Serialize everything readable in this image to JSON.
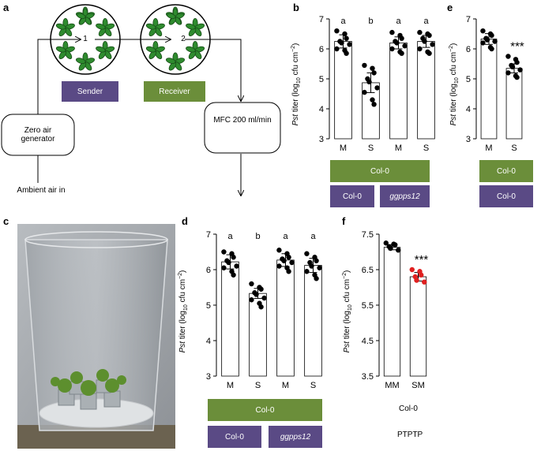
{
  "panels": {
    "a": "a",
    "b": "b",
    "c": "c",
    "d": "d",
    "e": "e",
    "f": "f"
  },
  "diagram": {
    "chamber1": "1",
    "chamber2": "2",
    "sender": "Sender",
    "receiver": "Receiver",
    "zero_air": "Zero air generator",
    "mfc": "MFC 200 ml/min",
    "ambient": "Ambient air in"
  },
  "colors": {
    "green": "#6b8e3a",
    "purple": "#5a4a85",
    "red": "#e02020",
    "leaf": "#2e8b2e"
  },
  "ylabel_prefix": "Pst",
  "ylabel_rest": " titer (log",
  "ylabel_sub": "10",
  "ylabel_unit": " cfu cm",
  "ylabel_sup": "−2",
  "ylabel_close": ")",
  "tags": {
    "col0": "Col-0",
    "ggpps12": "ggpps12",
    "ptptp": "PTPTP"
  },
  "chart_data": [
    {
      "panel": "b",
      "type": "bar",
      "categories": [
        "M",
        "S",
        "M",
        "S"
      ],
      "letters": [
        "a",
        "b",
        "a",
        "a"
      ],
      "values": [
        6.25,
        4.87,
        6.2,
        6.25
      ],
      "errors": [
        0.22,
        0.33,
        0.2,
        0.2
      ],
      "points": [
        [
          6.6,
          6.5,
          6.35,
          6.25,
          6.2,
          6.15,
          6.0,
          5.95,
          5.85
        ],
        [
          5.45,
          5.35,
          5.2,
          5.0,
          4.9,
          4.7,
          4.55,
          4.3,
          4.15
        ],
        [
          6.55,
          6.45,
          6.35,
          6.25,
          6.2,
          6.1,
          6.0,
          5.9,
          5.85
        ],
        [
          6.55,
          6.5,
          6.45,
          6.35,
          6.25,
          6.15,
          6.0,
          5.9,
          5.85
        ]
      ],
      "ylim": [
        3,
        7
      ],
      "yticks": [
        3,
        4,
        5,
        6,
        7
      ]
    },
    {
      "panel": "e",
      "type": "bar",
      "categories": [
        "M",
        "S"
      ],
      "sig": "***",
      "values": [
        6.33,
        5.35
      ],
      "errors": [
        0.18,
        0.15
      ],
      "points": [
        [
          6.6,
          6.5,
          6.45,
          6.35,
          6.3,
          6.25,
          6.2,
          6.05,
          6.0
        ],
        [
          5.75,
          5.65,
          5.55,
          5.45,
          5.4,
          5.3,
          5.2,
          5.1,
          5.05
        ]
      ],
      "ylim": [
        3,
        7
      ],
      "yticks": [
        3,
        4,
        5,
        6,
        7
      ]
    },
    {
      "panel": "d",
      "type": "bar",
      "categories": [
        "M",
        "S",
        "M",
        "S"
      ],
      "letters": [
        "a",
        "b",
        "a",
        "a"
      ],
      "values": [
        6.22,
        5.33,
        6.27,
        6.12
      ],
      "errors": [
        0.2,
        0.14,
        0.18,
        0.2
      ],
      "points": [
        [
          6.5,
          6.45,
          6.35,
          6.25,
          6.2,
          6.1,
          6.05,
          5.95,
          5.85
        ],
        [
          5.6,
          5.5,
          5.45,
          5.35,
          5.3,
          5.2,
          5.15,
          5.05,
          4.95
        ],
        [
          6.55,
          6.45,
          6.35,
          6.3,
          6.25,
          6.2,
          6.1,
          6.05,
          5.95
        ],
        [
          6.45,
          6.35,
          6.25,
          6.2,
          6.1,
          6.05,
          5.95,
          5.85,
          5.75
        ]
      ],
      "ylim": [
        3,
        7
      ],
      "yticks": [
        3,
        4,
        5,
        6,
        7
      ]
    },
    {
      "panel": "f",
      "type": "bar",
      "categories": [
        "MM",
        "SM"
      ],
      "sig": "***",
      "values": [
        7.13,
        6.3
      ],
      "errors": [
        0.07,
        0.12
      ],
      "points": [
        [
          7.25,
          7.22,
          7.2,
          7.15,
          7.1,
          7.05
        ],
        [
          6.5,
          6.45,
          6.35,
          6.3,
          6.2,
          6.15
        ]
      ],
      "point_colors": [
        "#000000",
        "#e02020"
      ],
      "ylim": [
        3.5,
        7.5
      ],
      "yticks": [
        3.5,
        4.5,
        5.5,
        6.5,
        7.5
      ]
    }
  ]
}
